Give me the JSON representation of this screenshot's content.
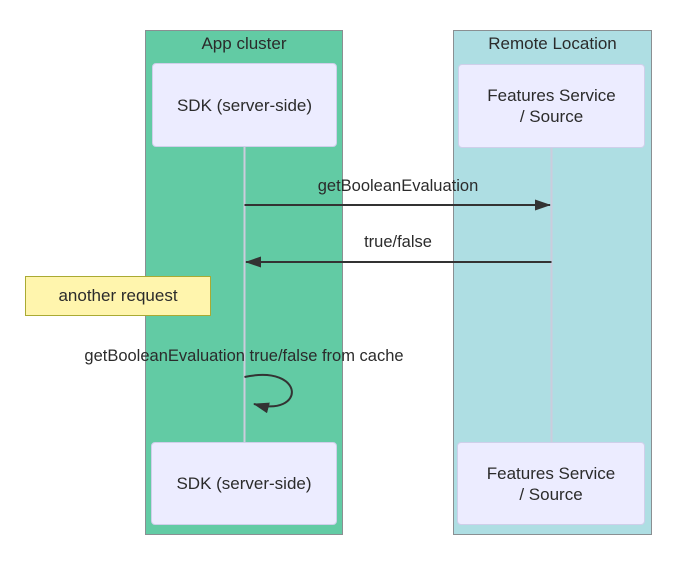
{
  "colors": {
    "bg": "#ffffff",
    "group-left-fill": "#62cba4",
    "group-right-fill": "#aedee3",
    "group-border": "#8a8f92",
    "actor-fill": "#ececff",
    "actor-border": "#cfcfea",
    "note-fill": "#fff5ad",
    "note-border": "#aaaa33",
    "line": "#333333",
    "lifeline": "#ccccdd",
    "text": "#2b2b2b"
  },
  "groups": {
    "left": {
      "title": "App cluster",
      "actor_top": "SDK (server-side)",
      "actor_bottom": "SDK (server-side)"
    },
    "right": {
      "title": "Remote Location",
      "actor_top_line1": "Features Service",
      "actor_top_line2": "/ Source",
      "actor_bottom_line1": "Features Service",
      "actor_bottom_line2": "/ Source"
    }
  },
  "messages": {
    "request": {
      "label": "getBooleanEvaluation"
    },
    "response": {
      "label": "true/false"
    },
    "cached": {
      "label": "getBooleanEvaluation true/false from cache"
    }
  },
  "note": {
    "text": "another request"
  }
}
